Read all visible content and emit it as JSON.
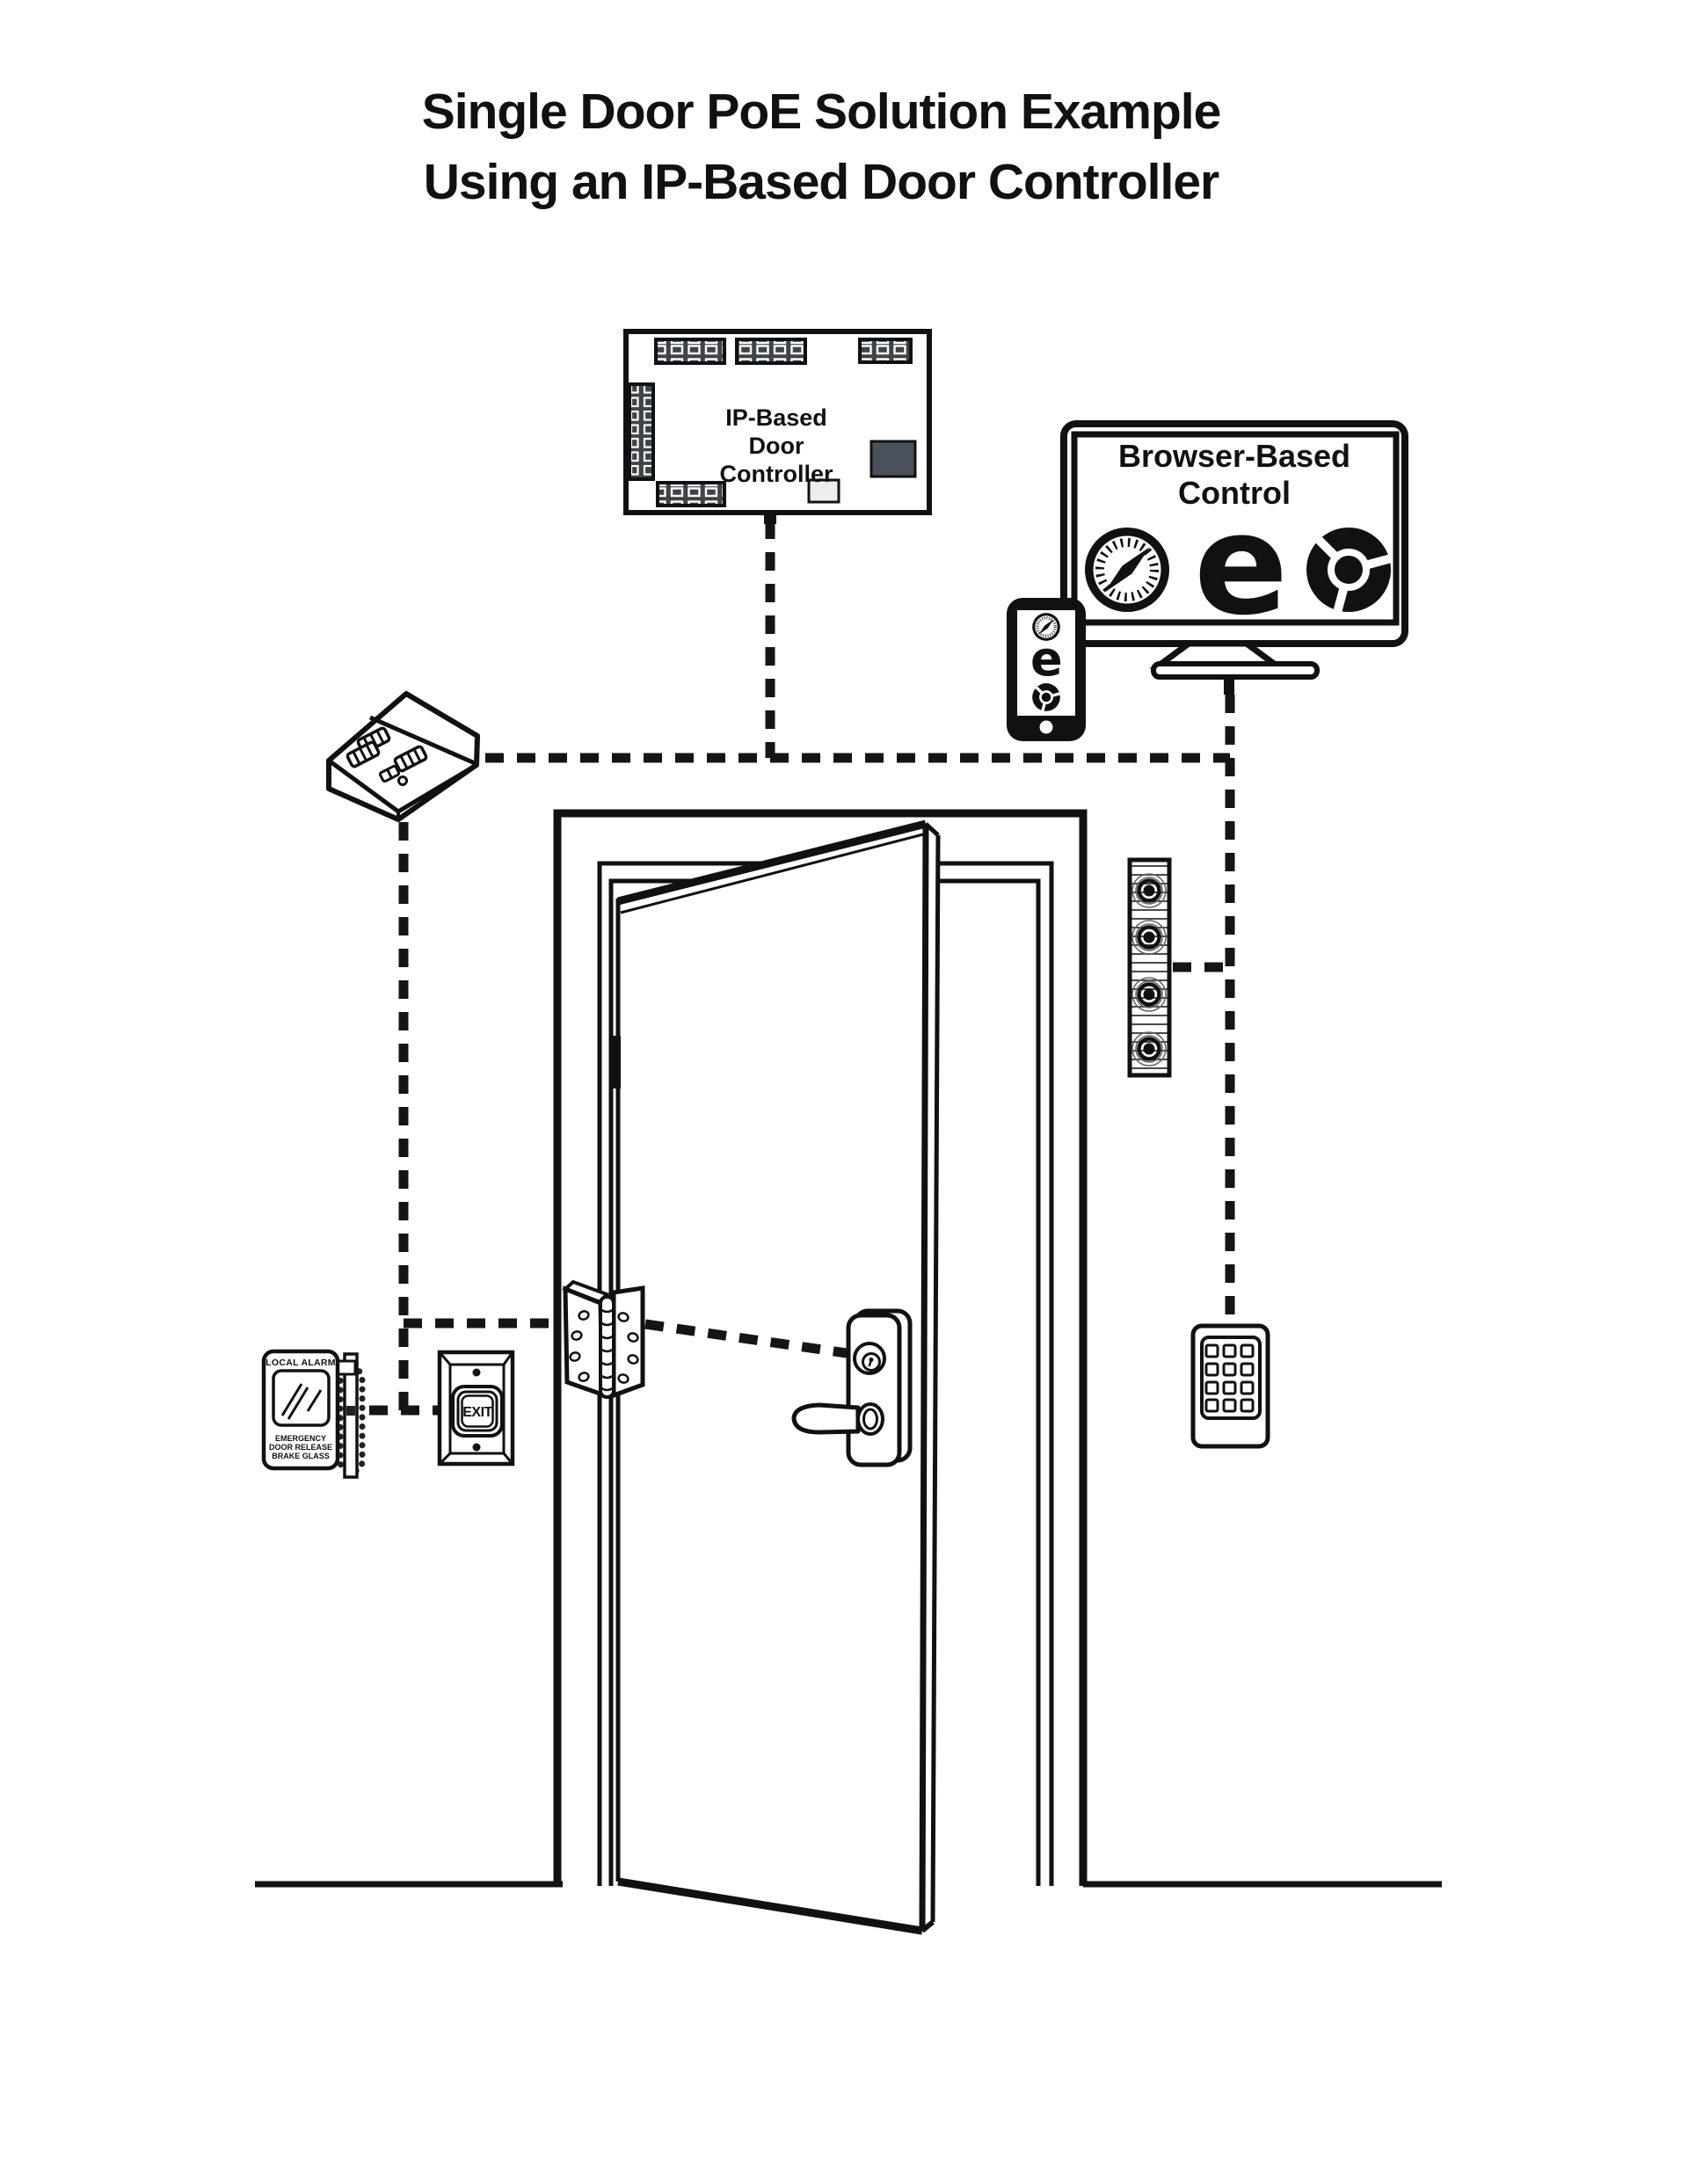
{
  "title": {
    "line1": "Single Door PoE Solution Example",
    "line2": "Using an IP-Based Door Controller"
  },
  "controller": {
    "label_line1": "IP-Based",
    "label_line2": "Door",
    "label_line3": "Controller"
  },
  "monitor": {
    "label_line1": "Browser-Based",
    "label_line2": "Control",
    "icons": [
      "safari-icon",
      "edge-icon",
      "chrome-icon"
    ]
  },
  "phone": {
    "icons": [
      "safari-icon",
      "edge-icon",
      "chrome-icon"
    ]
  },
  "icons": {
    "edge_glyph": "e"
  },
  "alarm": {
    "header": "LOCAL ALARM",
    "line1": "EMERGENCY",
    "line2": "DOOR RELEASE",
    "line3": "BRAKE GLASS"
  },
  "exit_button": {
    "label": "EXIT"
  },
  "colors": {
    "line": "#111111",
    "terminal_dark": "#3d444b",
    "chip": "#49525a",
    "light_square": "#ededed"
  }
}
